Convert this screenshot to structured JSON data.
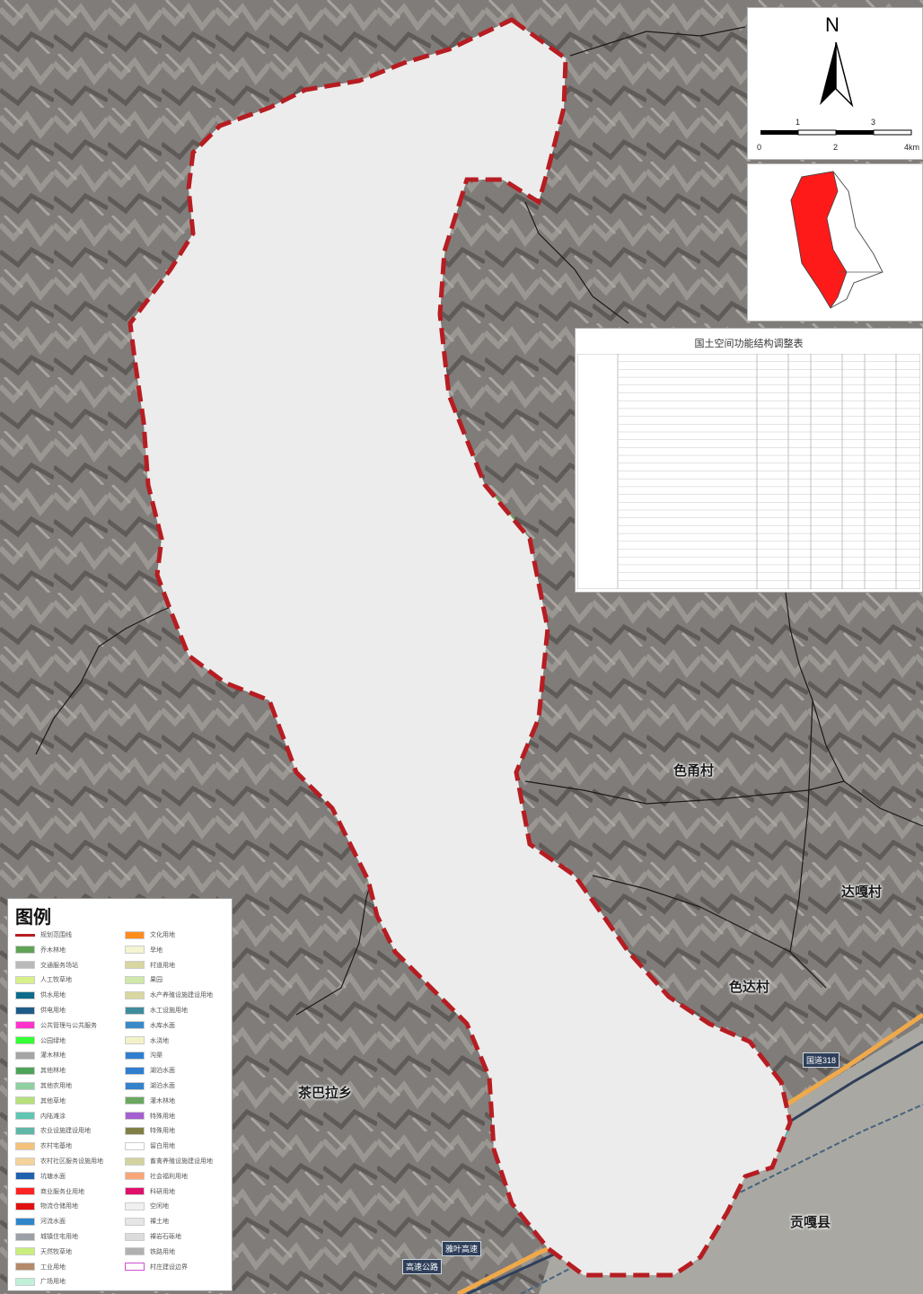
{
  "map": {
    "north_label": "N",
    "scale": {
      "ticks": [
        "0",
        "1",
        "2",
        "3",
        "4km"
      ]
    },
    "place_labels": {
      "seyong": "色甬村",
      "dagong": "达嘎村",
      "seda": "色达村",
      "chabala": "茶巴拉乡",
      "gongga": "贡嘎县"
    },
    "road_labels": {
      "r1": "国道318",
      "r2": "雅叶高速",
      "r3": "高速公路"
    },
    "table": {
      "title": "国土空间功能结构调整表"
    },
    "colors": {
      "boundary": "#b61d22",
      "grass": "#c9ee7c",
      "forest": "#69a84f",
      "barren": "#ececec",
      "water": "#2e86c9",
      "river": "#3bb6a8",
      "locator_red": "#ff1a1a"
    }
  },
  "legend": {
    "title": "图例",
    "items": [
      {
        "label": "规划范围线",
        "color": "#b61d22",
        "line": true
      },
      {
        "label": "乔木林地",
        "color": "#5fa356"
      },
      {
        "label": "交通服务场站",
        "color": "#b9b9b9"
      },
      {
        "label": "人工牧草地",
        "color": "#d7f08a"
      },
      {
        "label": "供水用地",
        "color": "#0d6b8c"
      },
      {
        "label": "供电用地",
        "color": "#1e5c88"
      },
      {
        "label": "公共管理与公共服务",
        "color": "#ff33cc"
      },
      {
        "label": "公园绿地",
        "color": "#33ff33"
      },
      {
        "label": "灌木林地",
        "color": "#a5a5a5"
      },
      {
        "label": "其他林地",
        "color": "#4ea35a"
      },
      {
        "label": "其他农用地",
        "color": "#8fd0a0"
      },
      {
        "label": "其他草地",
        "color": "#b5e07c"
      },
      {
        "label": "内陆滩涂",
        "color": "#60c6b3"
      },
      {
        "label": "农业设施建设用地",
        "color": "#5fb7a5"
      },
      {
        "label": "农村宅基地",
        "color": "#f4c27a"
      },
      {
        "label": "农村社区服务设施用地",
        "color": "#f6d39a"
      },
      {
        "label": "坑塘水面",
        "color": "#2060b0"
      },
      {
        "label": "商业服务业用地",
        "color": "#ff2222"
      },
      {
        "label": "物流仓储用地",
        "color": "#e31010"
      },
      {
        "label": "河流水面",
        "color": "#2e86c9"
      },
      {
        "label": "城镇住宅用地",
        "color": "#9aa0a6"
      },
      {
        "label": "天然牧草地",
        "color": "#c9ee7c"
      },
      {
        "label": "工业用地",
        "color": "#b48a6a"
      },
      {
        "label": "广场用地",
        "color": "#bff0d8"
      },
      {
        "label": "文化用地",
        "color": "#ff8c1a"
      },
      {
        "label": "旱地",
        "color": "#f4f4d0"
      },
      {
        "label": "村道用地",
        "color": "#d8d6a0"
      },
      {
        "label": "果园",
        "color": "#cfe7a8"
      },
      {
        "label": "水产养殖设施建设用地",
        "color": "#d8d8a0"
      },
      {
        "label": "水工设施用地",
        "color": "#3e8c9c"
      },
      {
        "label": "水库水面",
        "color": "#3a8ac9"
      },
      {
        "label": "水浇地",
        "color": "#f2f2c6"
      },
      {
        "label": "沟渠",
        "color": "#2f7fd0"
      },
      {
        "label": "湖泊水面",
        "color": "#2f7fd0"
      },
      {
        "label": "湖泊水面",
        "color": "#3382cc"
      },
      {
        "label": "灌木林地",
        "color": "#6aa860"
      },
      {
        "label": "特殊用地",
        "color": "#a55fd0"
      },
      {
        "label": "特殊用地",
        "color": "#808046"
      },
      {
        "label": "留白用地",
        "color": "#ffffff"
      },
      {
        "label": "畜禽养殖设施建设用地",
        "color": "#d3d3a0"
      },
      {
        "label": "社会福利用地",
        "color": "#f8a678"
      },
      {
        "label": "科研用地",
        "color": "#e0106a"
      },
      {
        "label": "空闲地",
        "color": "#f0f0f0"
      },
      {
        "label": "裸土地",
        "color": "#e6e6e6"
      },
      {
        "label": "裸岩石砾地",
        "color": "#dcdcdc"
      },
      {
        "label": "铁路用地",
        "color": "#b0b0b0"
      },
      {
        "label": "村庄建设边界",
        "color": "#ffffff",
        "outline": "#d04fd0"
      }
    ]
  }
}
